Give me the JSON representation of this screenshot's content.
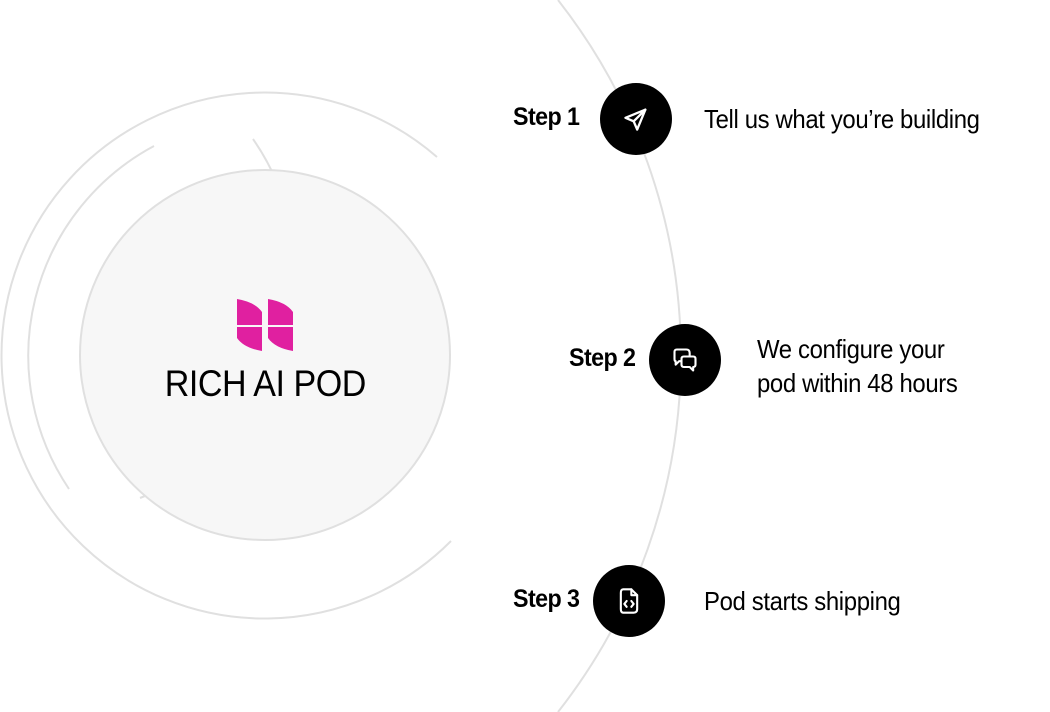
{
  "brand": {
    "name": "RICH AI POD",
    "logo_icon": "four-segment-window-logo",
    "logo_color": "#E020A0"
  },
  "colors": {
    "ring": "#E0E0E0",
    "hub_fill": "#F7F7F7",
    "step_circle": "#000000",
    "text": "#000000",
    "icon_stroke": "#FFFFFF"
  },
  "steps": [
    {
      "label": "Step 1",
      "icon": "send-icon",
      "description_line1": "Tell us what you’re building",
      "description_line2": ""
    },
    {
      "label": "Step 2",
      "icon": "chat-bubbles-icon",
      "description_line1": "We configure your",
      "description_line2": "pod within 48 hours"
    },
    {
      "label": "Step 3",
      "icon": "code-file-icon",
      "description_line1": "Pod starts shipping",
      "description_line2": ""
    }
  ]
}
